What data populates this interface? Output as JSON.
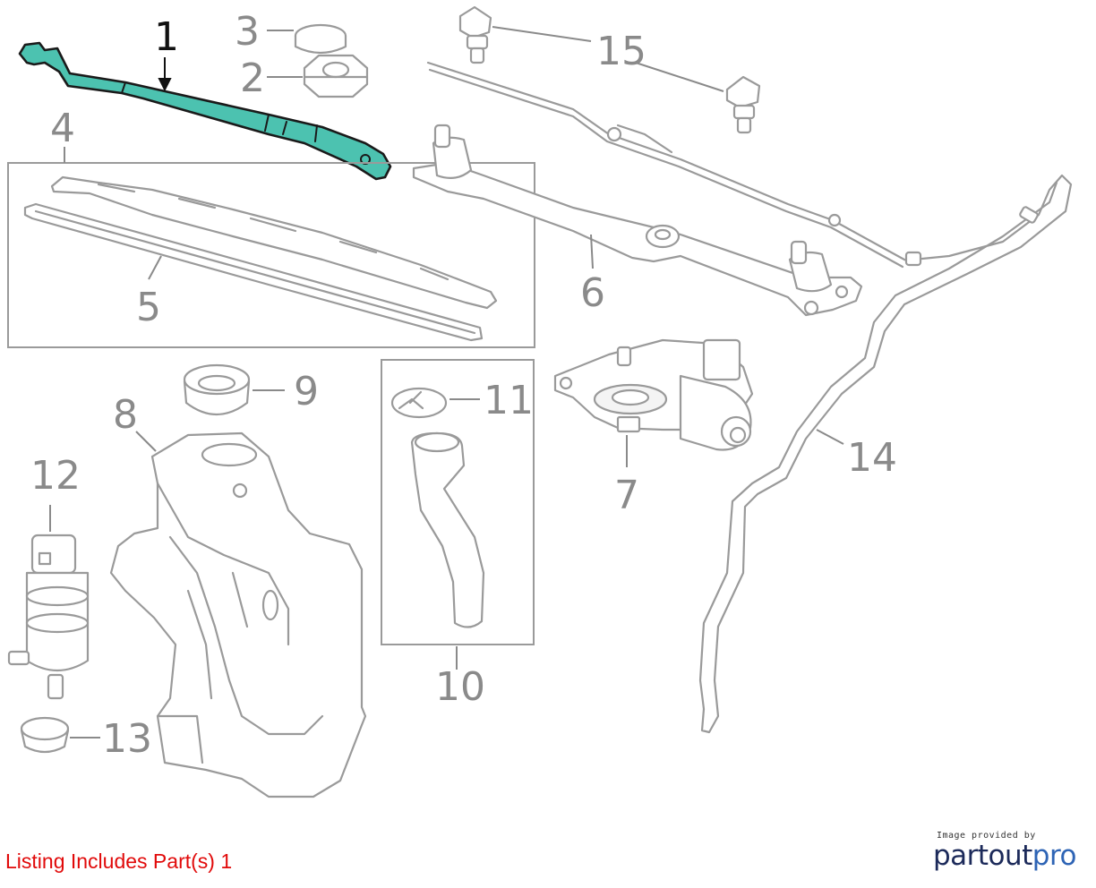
{
  "diagram": {
    "callouts": [
      {
        "id": "1",
        "label": "1"
      },
      {
        "id": "2",
        "label": "2"
      },
      {
        "id": "3",
        "label": "3"
      },
      {
        "id": "4",
        "label": "4"
      },
      {
        "id": "5",
        "label": "5"
      },
      {
        "id": "6",
        "label": "6"
      },
      {
        "id": "7",
        "label": "7"
      },
      {
        "id": "8",
        "label": "8"
      },
      {
        "id": "9",
        "label": "9"
      },
      {
        "id": "10",
        "label": "10"
      },
      {
        "id": "11",
        "label": "11"
      },
      {
        "id": "12",
        "label": "12"
      },
      {
        "id": "13",
        "label": "13"
      },
      {
        "id": "14",
        "label": "14"
      },
      {
        "id": "15",
        "label": "15"
      }
    ],
    "highlighted_part": "1",
    "colors": {
      "highlight": "#4cc2b0",
      "line": "#9a9a9a",
      "note": "#e10a0a",
      "brand_dark": "#1c2a5a",
      "brand_blue": "#2e64b5"
    }
  },
  "listing_note": "Listing Includes Part(s)  1",
  "watermark": {
    "provided_by": "Image provided by",
    "brand_part1": "partout",
    "brand_part2": "pro"
  }
}
